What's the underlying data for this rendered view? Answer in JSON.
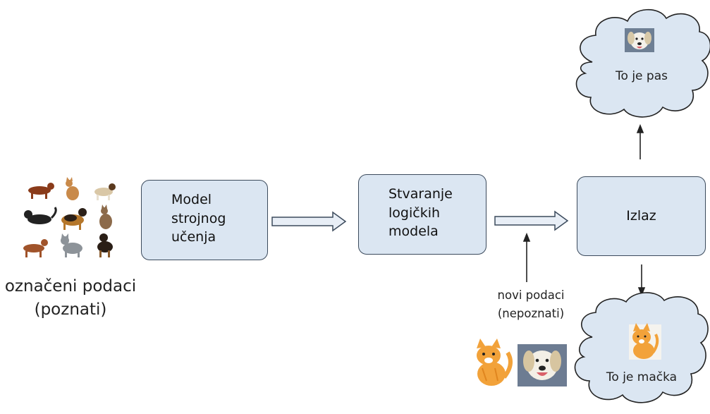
{
  "input": {
    "caption_line1": "označeni podaci",
    "caption_line2": "(poznati)"
  },
  "ml_box": {
    "line1": "Model",
    "line2": "strojnog",
    "line3": "učenja"
  },
  "logic_box": {
    "line1": "Stvaranje",
    "line2": "logičkih",
    "line3": "modela"
  },
  "output_box": {
    "label": "Izlaz"
  },
  "new_data": {
    "line1": "novi podaci",
    "line2": "(nepoznati)"
  },
  "result_dog": {
    "label": "To je pas"
  },
  "result_cat": {
    "label": "To je mačka"
  },
  "colors": {
    "box_fill": "#dbe6f2",
    "box_border": "#3b4a5c",
    "cloud_fill": "#dbe6f2"
  }
}
